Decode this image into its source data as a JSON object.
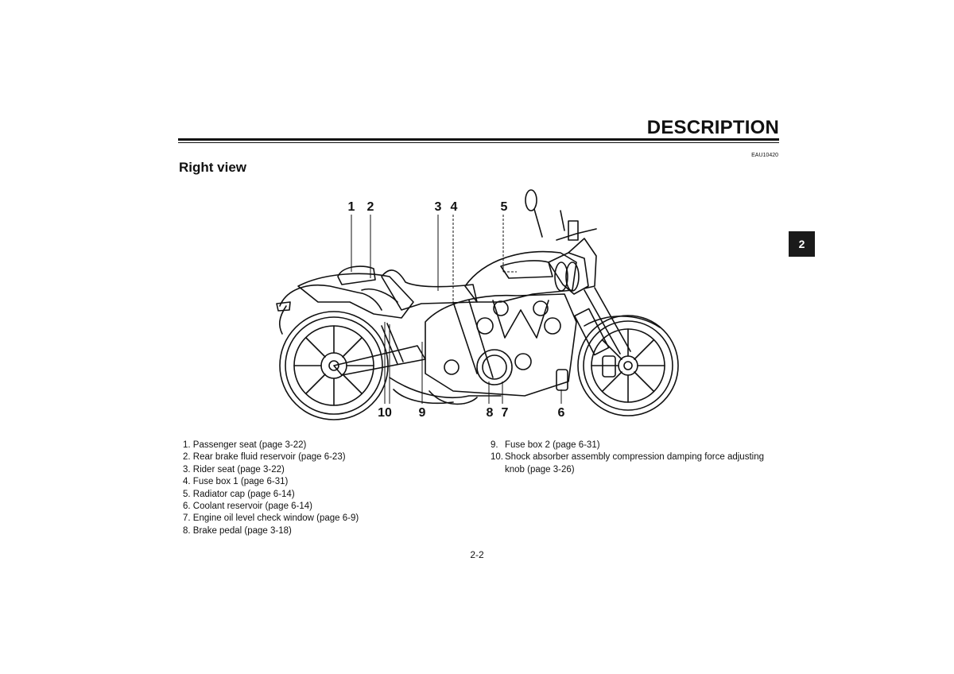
{
  "header": {
    "section_title": "DESCRIPTION",
    "doc_code": "EAU10420",
    "subsection_title": "Right view"
  },
  "chapter_tab": "2",
  "figure": {
    "callouts": [
      "1",
      "2",
      "3",
      "4",
      "5",
      "6",
      "7",
      "8",
      "9",
      "10"
    ]
  },
  "legend": {
    "left": [
      {
        "num": "1.",
        "text": "Passenger seat (page 3-22)"
      },
      {
        "num": "2.",
        "text": "Rear brake fluid reservoir (page 6-23)"
      },
      {
        "num": "3.",
        "text": "Rider seat (page 3-22)"
      },
      {
        "num": "4.",
        "text": "Fuse box 1 (page 6-31)"
      },
      {
        "num": "5.",
        "text": "Radiator cap (page 6-14)"
      },
      {
        "num": "6.",
        "text": "Coolant reservoir (page 6-14)"
      },
      {
        "num": "7.",
        "text": "Engine oil level check window (page 6-9)"
      },
      {
        "num": "8.",
        "text": "Brake pedal (page 3-18)"
      }
    ],
    "right": [
      {
        "num": "9.",
        "text": "Fuse box 2 (page 6-31)"
      },
      {
        "num": "10.",
        "text": "Shock absorber assembly compression damping force adjusting knob (page 3-26)"
      }
    ]
  },
  "page_number": "2-2"
}
